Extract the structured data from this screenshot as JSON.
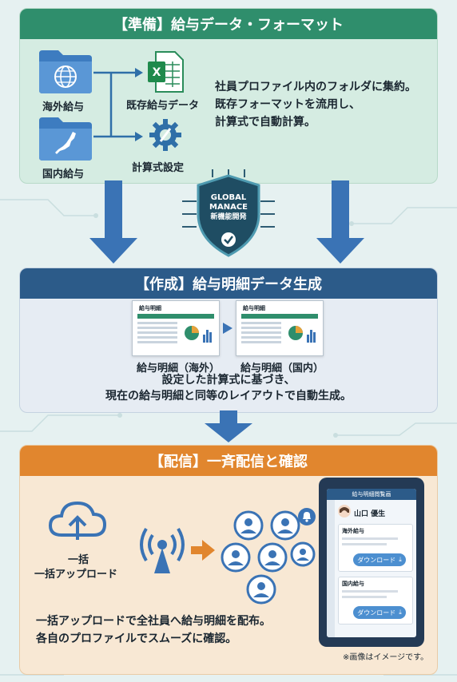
{
  "prep": {
    "title": "【準備】給与データ・フォーマット",
    "folder_overseas": "海外給与",
    "folder_domestic": "国内給与",
    "existing_data": "既存給与データ",
    "formula": "計算式設定",
    "description": [
      "社員プロファイル内のフォルダに集約。",
      "既存フォーマットを流用し、",
      "計算式で自動計算。"
    ]
  },
  "badge": {
    "line1": "GLOBAL",
    "line2": "MANACE",
    "line3": "新機能開発"
  },
  "create": {
    "title": "【作成】給与明細データ生成",
    "doc_title": "給与明細",
    "slip_overseas": "給与明細（海外）",
    "slip_domestic": "給与明細（国内）",
    "description": [
      "設定した計算式に基づき、",
      "現在の給与明細と同等のレイアウトで自動生成。"
    ]
  },
  "deliver": {
    "title": "【配信】一斉配信と確認",
    "upload_line1": "一括",
    "upload_line2": "一括アップロード",
    "description": [
      "一括アップロードで全社員へ給与明細を配布。",
      "各自のプロファイルでスムーズに確認。"
    ],
    "note": "※画像はイメージです。"
  },
  "tablet": {
    "header": "給与明細閲覧画",
    "user_name": "山口 優生",
    "section_overseas": "海外給与",
    "section_domestic": "国内給与",
    "download_label": "ダウンロード"
  },
  "colors": {
    "prep": "#2f8e6c",
    "create": "#2c5b89",
    "deliver": "#e1862e",
    "accent_blue": "#3a73b5"
  }
}
